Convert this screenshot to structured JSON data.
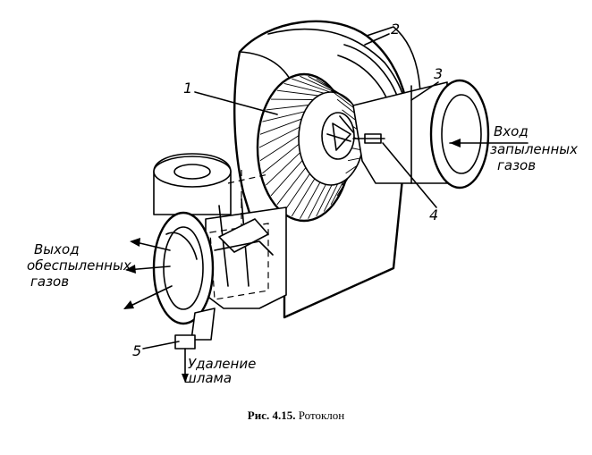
{
  "caption": {
    "prefix": "Рис. 4.15.",
    "title": "Ротоклон"
  },
  "callouts": [
    {
      "id": "1",
      "text": "1"
    },
    {
      "id": "2",
      "text": "2"
    },
    {
      "id": "3",
      "text": "3"
    },
    {
      "id": "4",
      "text": "4"
    },
    {
      "id": "5",
      "text": "5"
    }
  ],
  "labels": {
    "inlet_line1": "Вход",
    "inlet_line2": "запыленных",
    "inlet_line3": "газов",
    "outlet_line1": "Выход",
    "outlet_line2": "обеспыленных",
    "outlet_line3": "газов",
    "sludge_line1": "Удаление",
    "sludge_line2": "шлама"
  }
}
